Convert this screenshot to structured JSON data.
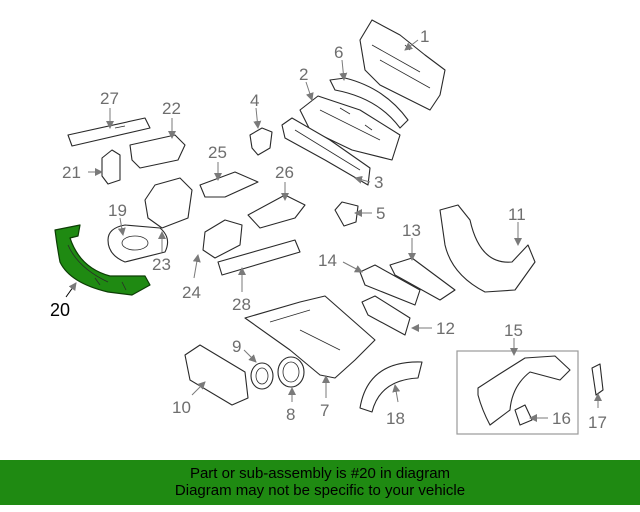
{
  "diagram": {
    "callouts": [
      "1",
      "2",
      "3",
      "4",
      "5",
      "6",
      "7",
      "8",
      "9",
      "10",
      "11",
      "12",
      "13",
      "14",
      "15",
      "16",
      "17",
      "18",
      "19",
      "20",
      "21",
      "22",
      "23",
      "24",
      "25",
      "26",
      "27",
      "28"
    ],
    "highlighted_callout": "20",
    "highlight_color": "#1f8a12"
  },
  "banner": {
    "line1": "Part or sub-assembly is #20 in diagram",
    "line2": "Diagram may not be specific to your vehicle",
    "background": "#1f8a12"
  }
}
